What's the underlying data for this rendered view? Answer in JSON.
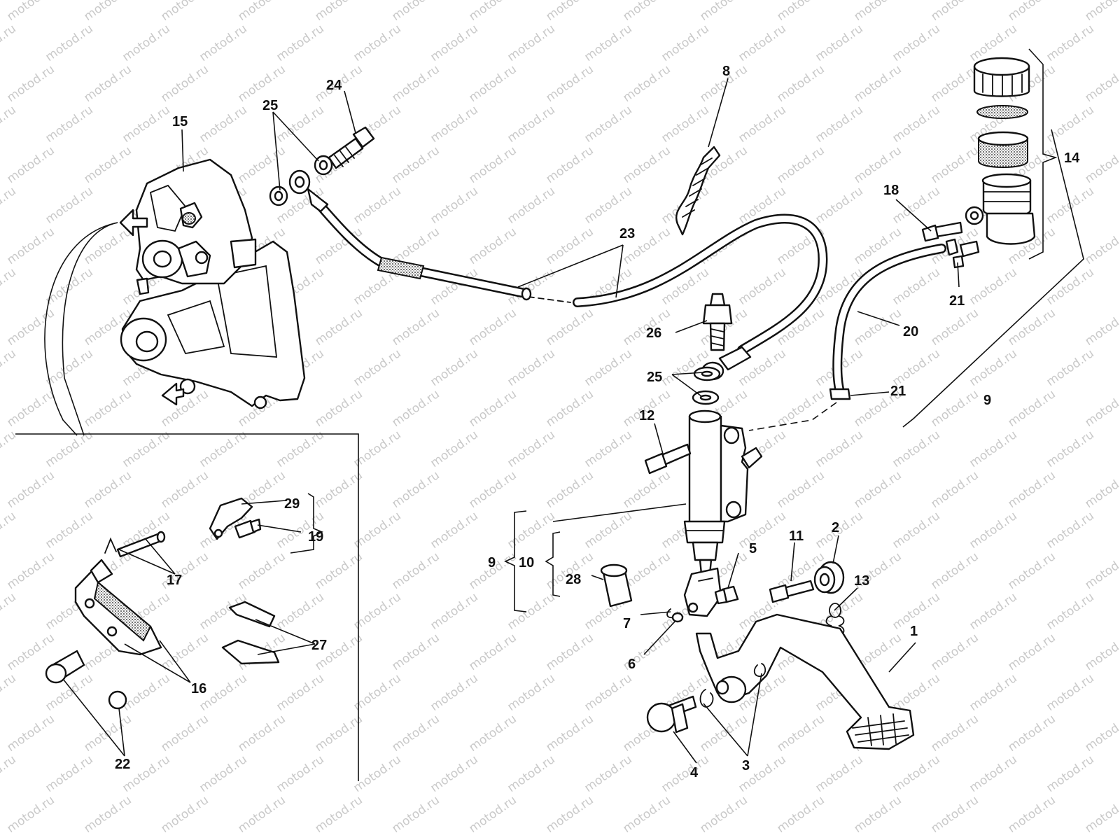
{
  "watermark": {
    "text": "motod.ru",
    "color": "#c9c9c9"
  },
  "callouts": [
    {
      "id": "1",
      "text": "1"
    },
    {
      "id": "2",
      "text": "2"
    },
    {
      "id": "3",
      "text": "3"
    },
    {
      "id": "4",
      "text": "4"
    },
    {
      "id": "5",
      "text": "5"
    },
    {
      "id": "6",
      "text": "6"
    },
    {
      "id": "7",
      "text": "7"
    },
    {
      "id": "8",
      "text": "8"
    },
    {
      "id": "9a",
      "text": "9"
    },
    {
      "id": "9b",
      "text": "9"
    },
    {
      "id": "10",
      "text": "10"
    },
    {
      "id": "11",
      "text": "11"
    },
    {
      "id": "12",
      "text": "12"
    },
    {
      "id": "13",
      "text": "13"
    },
    {
      "id": "14",
      "text": "14"
    },
    {
      "id": "15",
      "text": "15"
    },
    {
      "id": "16",
      "text": "16"
    },
    {
      "id": "17",
      "text": "17"
    },
    {
      "id": "18",
      "text": "18"
    },
    {
      "id": "19",
      "text": "19"
    },
    {
      "id": "20",
      "text": "20"
    },
    {
      "id": "21a",
      "text": "21"
    },
    {
      "id": "21b",
      "text": "21"
    },
    {
      "id": "22",
      "text": "22"
    },
    {
      "id": "23",
      "text": "23"
    },
    {
      "id": "24",
      "text": "24"
    },
    {
      "id": "25a",
      "text": "25"
    },
    {
      "id": "25b",
      "text": "25"
    },
    {
      "id": "26",
      "text": "26"
    },
    {
      "id": "27",
      "text": "27"
    },
    {
      "id": "28",
      "text": "28"
    },
    {
      "id": "29",
      "text": "29"
    }
  ]
}
